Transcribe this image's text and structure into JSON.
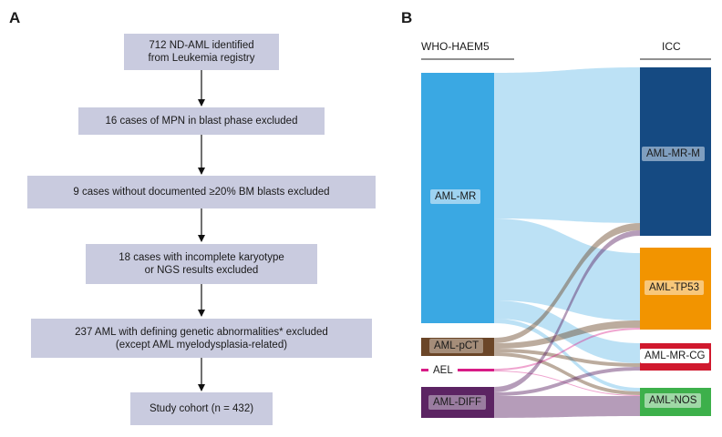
{
  "panel_a": {
    "letter": "A",
    "steps": [
      {
        "lines": [
          "712 ND-AML identified",
          "from Leukemia registry"
        ]
      },
      {
        "lines": [
          "16 cases of MPN in blast phase excluded"
        ]
      },
      {
        "lines": [
          "9 cases without documented ≥20% BM blasts excluded"
        ]
      },
      {
        "lines": [
          "18 cases with incomplete karyotype",
          "or NGS results excluded"
        ]
      },
      {
        "lines": [
          "237 AML with defining genetic abnormalities* excluded",
          "(except AML myelodysplasia-related)"
        ]
      },
      {
        "lines": [
          "Study cohort (n = 432)"
        ]
      }
    ]
  },
  "panel_b": {
    "letter": "B",
    "left_title": "WHO-HAEM5",
    "right_title": "ICC",
    "left_nodes": [
      {
        "key": "mr",
        "label": "AML-MR",
        "color": "#3aa8e3",
        "label_bg": "#9ed3f1",
        "label_fg": "#1a1a1a"
      },
      {
        "key": "pct",
        "label": "AML-pCT",
        "color": "#6b4628",
        "label_bg": "#a58d79",
        "label_fg": "#1a1a1a"
      },
      {
        "key": "ael",
        "label": "AEL",
        "color": "#d81b86",
        "label_bg": "#ffffff",
        "label_fg": "#1a1a1a"
      },
      {
        "key": "diff",
        "label": "AML-DIFF",
        "color": "#5c2463",
        "label_bg": "#9a7ca0",
        "label_fg": "#1a1a1a"
      }
    ],
    "right_nodes": [
      {
        "key": "mrm",
        "label": "AML-MR-M",
        "color": "#154a82",
        "label_bg": "#7f9ebf",
        "label_fg": "#1a1a1a"
      },
      {
        "key": "tp53",
        "label": "AML-TP53",
        "color": "#f29400",
        "label_bg": "#f8c77a",
        "label_fg": "#1a1a1a"
      },
      {
        "key": "mrcg",
        "label": "AML-MR-CG",
        "color": "#d0192e",
        "label_bg": "#ffffff",
        "label_fg": "#1a1a1a"
      },
      {
        "key": "nos",
        "label": "AML-NOS",
        "color": "#3db04b",
        "label_bg": "#9fd8a6",
        "label_fg": "#1a1a1a"
      }
    ]
  }
}
